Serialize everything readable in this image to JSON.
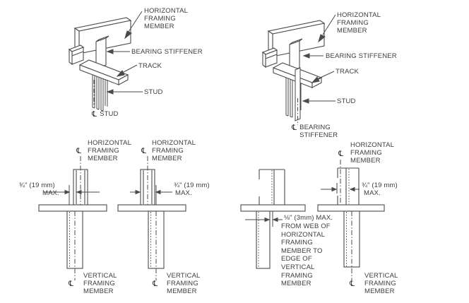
{
  "colors": {
    "line": "#4a4a4a",
    "text": "#3d3d3d",
    "background": "#ffffff"
  },
  "iso_left": {
    "hfm_label": "HORIZONTAL\nFRAMING\nMEMBER",
    "bearing_stiffener_label": "BEARING STIFFENER",
    "track_label": "TRACK",
    "stud_label": "STUD",
    "cl_symbol": "℄",
    "cl_stud_label": "STUD"
  },
  "iso_right": {
    "hfm_label": "HORIZONTAL\nFRAMING\nMEMBER",
    "bearing_stiffener_label": "BEARING STIFFENER",
    "track_label": "TRACK",
    "stud_label": "STUD",
    "cl_symbol": "℄",
    "cl_bearing_stiffener_label": "BEARING\nSTIFFENER"
  },
  "elevation1": {
    "cl_symbol": "℄",
    "top_label": "HORIZONTAL\nFRAMING\nMEMBER",
    "dim_value": "¾\"  (19 mm)",
    "dim_max": "MAX.",
    "bottom_label": "VERTICAL\nFRAMING\nMEMBER"
  },
  "elevation2": {
    "cl_symbol": "℄",
    "top_label": "HORIZONTAL\nFRAMING\nMEMBER",
    "dim_value": "¾\"  (19 mm)",
    "dim_max": "MAX.",
    "bottom_label": "VERTICAL\nFRAMING\nMEMBER"
  },
  "elevation3": {
    "note_line1": "⅛\"  (3mm) MAX.",
    "note_rest": "FROM WEB OF\nHORIZONTAL\nFRAMING\nMEMBER TO\nEDGE OF\nVERTICAL\nFRAMING\nMEMBER"
  },
  "elevation4": {
    "cl_symbol": "℄",
    "top_label": "HORIZONTAL\nFRAMING\nMEMBER",
    "dim_value": "¾\"  (19 mm)",
    "dim_max": "MAX.",
    "bottom_label": "VERTICAL\nFRAMING\nMEMBER"
  }
}
